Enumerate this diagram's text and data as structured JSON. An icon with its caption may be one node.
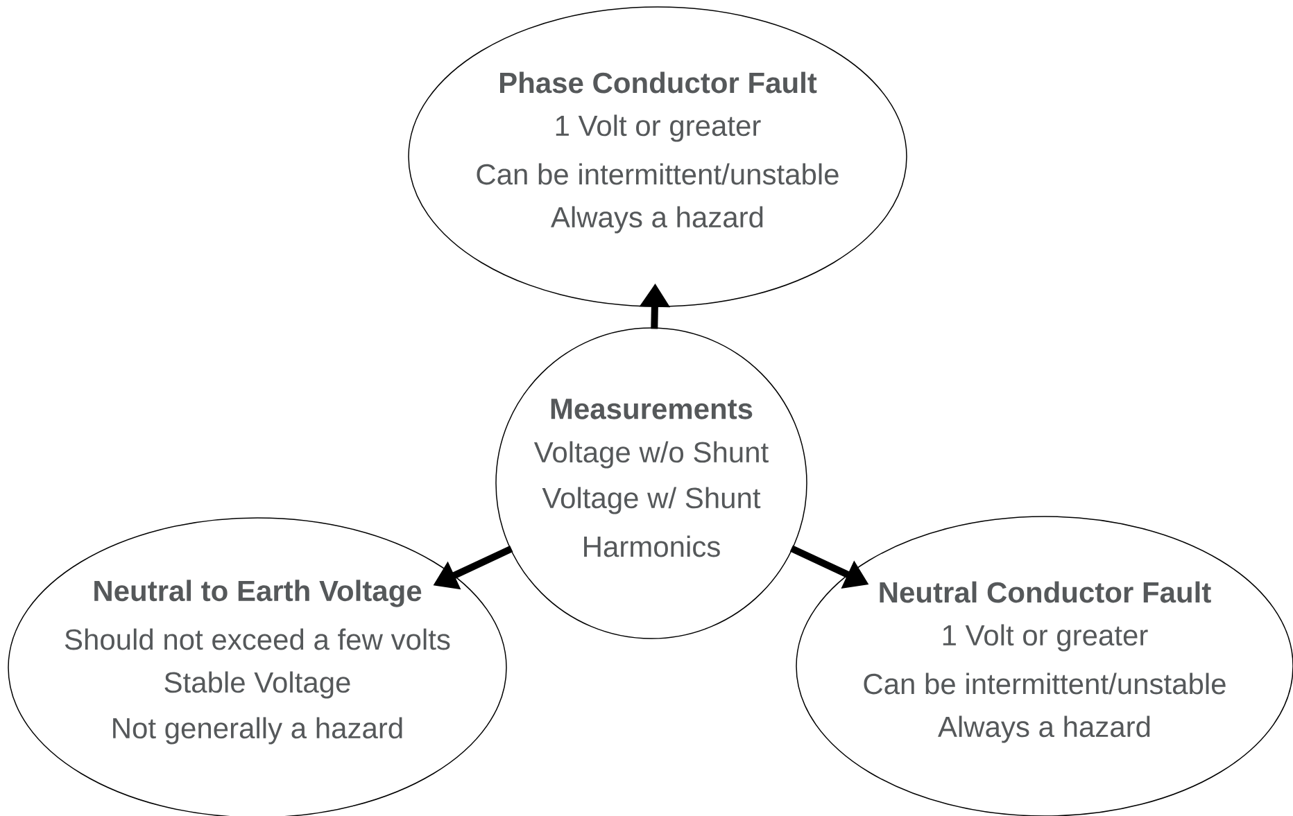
{
  "diagram": {
    "nodes": [
      {
        "text": [
          "Phase Conductor Fault",
          "1 Volt or greater",
          "Can be intermittent/unstable",
          "Always a hazard"
        ]
      },
      {
        "text": [
          "Measurements",
          "Voltage w/o Shunt",
          "Voltage w/ Shunt",
          "Harmonics"
        ]
      },
      {
        "text": [
          "Neutral to Earth Voltage",
          "Should not exceed a few volts",
          "Stable Voltage",
          "Not generally a hazard"
        ]
      },
      {
        "text": [
          "Neutral Conductor Fault",
          "1 Volt or greater",
          "Can be intermittent/unstable",
          "Always a hazard"
        ]
      }
    ],
    "edges": [
      {
        "from": 1,
        "to": 0,
        "arrow": "to"
      },
      {
        "from": 1,
        "to": 2,
        "arrow": "to"
      },
      {
        "from": 1,
        "to": 3,
        "arrow": "to"
      }
    ]
  }
}
